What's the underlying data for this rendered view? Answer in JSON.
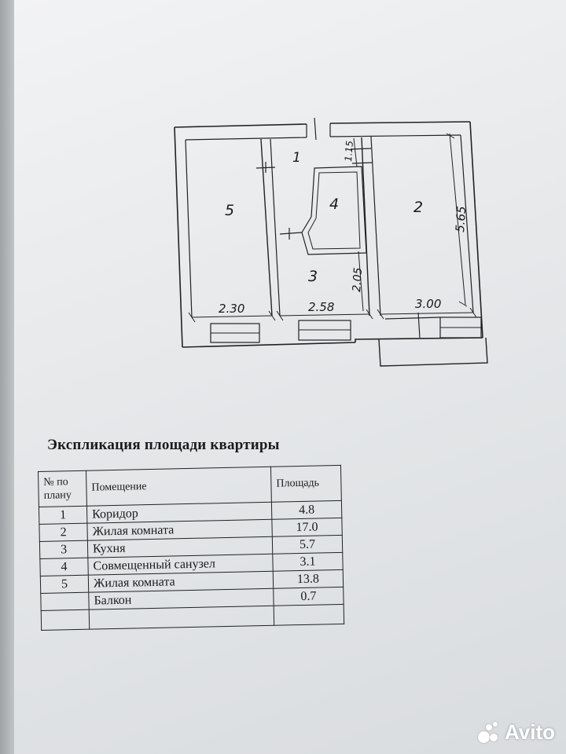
{
  "plan": {
    "rooms": [
      {
        "id": "1",
        "label": "1"
      },
      {
        "id": "2",
        "label": "2"
      },
      {
        "id": "3",
        "label": "3"
      },
      {
        "id": "4",
        "label": "4"
      },
      {
        "id": "5",
        "label": "5"
      }
    ],
    "dimensions": {
      "room5_width": "2.30",
      "room3_width": "2.58",
      "room2_width": "3.00",
      "room2_length": "5.65",
      "room3_depth": "2.05",
      "corridor_depth": "1.15"
    }
  },
  "explication": {
    "title": "Экспликация площади квартиры",
    "headers": {
      "num": "№ по плану",
      "room": "Помещение",
      "area": "Площадь"
    },
    "rows": [
      {
        "num": "1",
        "room": "Коридор",
        "area": "4.8"
      },
      {
        "num": "2",
        "room": "Жилая комната",
        "area": "17.0"
      },
      {
        "num": "3",
        "room": "Кухня",
        "area": "5.7"
      },
      {
        "num": "4",
        "room": "Совмещенный санузел",
        "area": "3.1"
      },
      {
        "num": "5",
        "room": "Жилая комната",
        "area": "13.8"
      },
      {
        "num": "",
        "room": "Балкон",
        "area": "0.7"
      }
    ]
  },
  "watermark": {
    "text": "Avito",
    "icon": "avito-dots-icon"
  }
}
